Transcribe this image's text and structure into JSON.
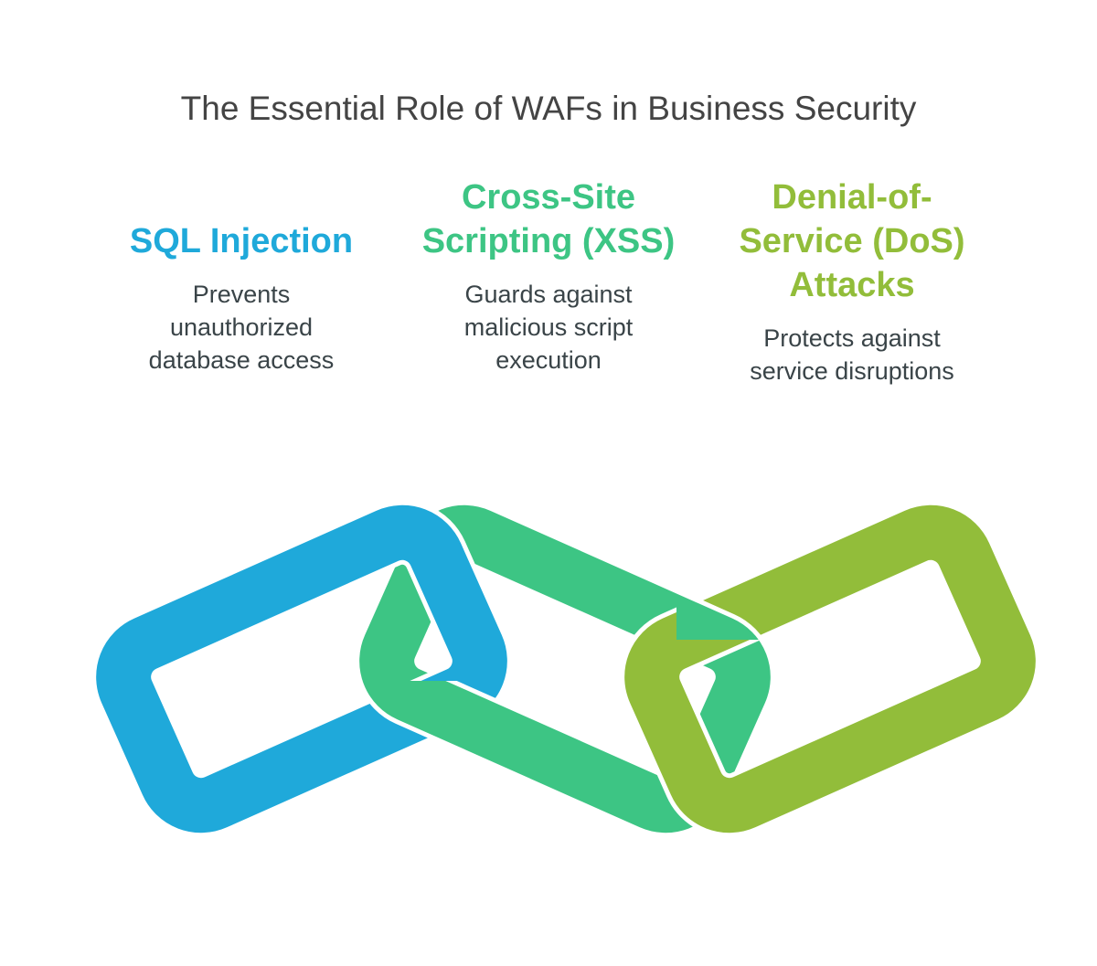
{
  "title": "The Essential Role of WAFs in Business Security",
  "items": [
    {
      "heading": "SQL Injection",
      "description": "Prevents unauthorized database access",
      "color": "#1FA9DA"
    },
    {
      "heading": "Cross-Site Scripting (XSS)",
      "description": "Guards against malicious script execution",
      "color": "#3DC584"
    },
    {
      "heading": "Denial-of-Service (DoS) Attacks",
      "description": "Protects against service disruptions",
      "color": "#92BD3A"
    }
  ]
}
